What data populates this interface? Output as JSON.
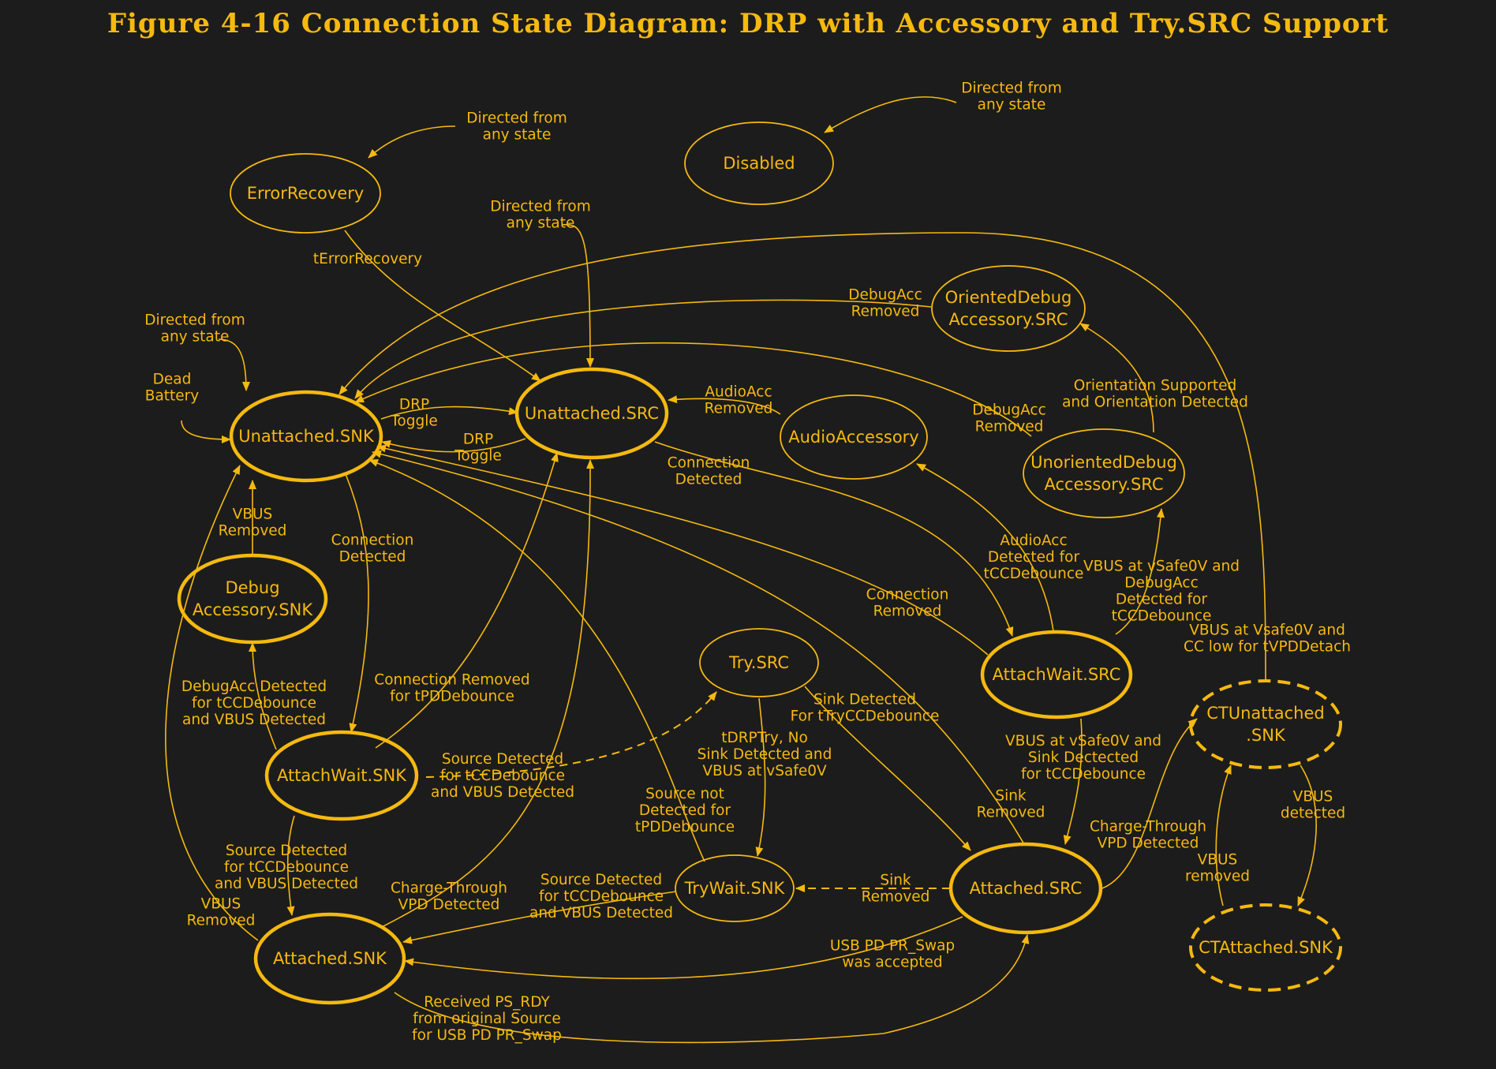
{
  "title": "Figure 4-16  Connection State Diagram: DRP with Accessory and Try.SRC Support",
  "colors": {
    "background": "#1c1c1c",
    "accent": "#f5b90f"
  },
  "states": [
    {
      "id": "error-recovery",
      "lines": [
        "ErrorRecovery"
      ],
      "style": "thin"
    },
    {
      "id": "disabled",
      "lines": [
        "Disabled"
      ],
      "style": "thin"
    },
    {
      "id": "unattached-snk",
      "lines": [
        "Unattached.SNK"
      ],
      "style": "bold"
    },
    {
      "id": "unattached-src",
      "lines": [
        "Unattached.SRC"
      ],
      "style": "bold"
    },
    {
      "id": "oriented-debug-accessory-src",
      "lines": [
        "OrientedDebug",
        "Accessory.SRC"
      ],
      "style": "thin"
    },
    {
      "id": "audio-accessory",
      "lines": [
        "AudioAccessory"
      ],
      "style": "thin"
    },
    {
      "id": "unoriented-debug-accessory-src",
      "lines": [
        "UnorientedDebug",
        "Accessory.SRC"
      ],
      "style": "thin"
    },
    {
      "id": "debug-accessory-snk",
      "lines": [
        "Debug",
        "Accessory.SNK"
      ],
      "style": "bold"
    },
    {
      "id": "try-src",
      "lines": [
        "Try.SRC"
      ],
      "style": "thin"
    },
    {
      "id": "attachwait-src",
      "lines": [
        "AttachWait.SRC"
      ],
      "style": "bold"
    },
    {
      "id": "attachwait-snk",
      "lines": [
        "AttachWait.SNK"
      ],
      "style": "bold"
    },
    {
      "id": "ctunattached-snk",
      "lines": [
        "CTUnattached",
        ".SNK"
      ],
      "style": "dashed"
    },
    {
      "id": "trywait-snk",
      "lines": [
        "TryWait.SNK"
      ],
      "style": "thin"
    },
    {
      "id": "attached-src",
      "lines": [
        "Attached.SRC"
      ],
      "style": "bold"
    },
    {
      "id": "attached-snk",
      "lines": [
        "Attached.SNK"
      ],
      "style": "bold"
    },
    {
      "id": "ctattached-snk",
      "lines": [
        "CTAttached.SNK"
      ],
      "style": "dashed"
    }
  ],
  "transitions": [
    {
      "id": "any-to-errorrecovery",
      "from": "",
      "to": "error-recovery",
      "lines": [
        "Directed from",
        "any state"
      ]
    },
    {
      "id": "any-to-disabled",
      "from": "",
      "to": "disabled",
      "lines": [
        "Directed from",
        "any state"
      ]
    },
    {
      "id": "any-to-unattached-src",
      "from": "",
      "to": "unattached-src",
      "lines": [
        "Directed from",
        "any state"
      ]
    },
    {
      "id": "any-to-unattached-snk",
      "from": "",
      "to": "unattached-snk",
      "lines": [
        "Directed from",
        "any state"
      ]
    },
    {
      "id": "dead-battery",
      "from": "",
      "to": "unattached-snk",
      "lines": [
        "Dead",
        "Battery"
      ]
    },
    {
      "id": "terrorrecovery",
      "from": "error-recovery",
      "to": "unattached-src",
      "lines": [
        "tErrorRecovery"
      ]
    },
    {
      "id": "drp-toggle-snk-src",
      "from": "unattached-snk",
      "to": "unattached-src",
      "lines": [
        "DRP",
        "Toggle"
      ]
    },
    {
      "id": "drp-toggle-src-snk",
      "from": "unattached-src",
      "to": "unattached-snk",
      "lines": [
        "DRP",
        "Toggle"
      ]
    },
    {
      "id": "debugacc-removed-oriented",
      "from": "oriented-debug-accessory-src",
      "to": "unattached-snk",
      "lines": [
        "DebugAcc",
        "Removed"
      ]
    },
    {
      "id": "audioacc-removed",
      "from": "audio-accessory",
      "to": "unattached-src",
      "lines": [
        "AudioAcc",
        "Removed"
      ]
    },
    {
      "id": "debugacc-removed-unoriented",
      "from": "unoriented-debug-accessory-src",
      "to": "unattached-snk",
      "lines": [
        "DebugAcc",
        "Removed"
      ]
    },
    {
      "id": "orientation-supported",
      "from": "unoriented-debug-accessory-src",
      "to": "oriented-debug-accessory-src",
      "lines": [
        "Orientation Supported",
        "and Orientation Detected"
      ]
    },
    {
      "id": "vbus-removed-debug",
      "from": "debug-accessory-snk",
      "to": "unattached-snk",
      "lines": [
        "VBUS",
        "Removed"
      ]
    },
    {
      "id": "connection-detected-snk",
      "from": "unattached-snk",
      "to": "attachwait-snk",
      "lines": [
        "Connection",
        "Detected"
      ]
    },
    {
      "id": "connection-detected-src",
      "from": "unattached-src",
      "to": "attachwait-src",
      "lines": [
        "Connection",
        "Detected"
      ]
    },
    {
      "id": "audioacc-detected",
      "from": "attachwait-src",
      "to": "audio-accessory",
      "lines": [
        "AudioAcc",
        "Detected for",
        "tCCDebounce"
      ]
    },
    {
      "id": "vbus-vsafe0v-debugacc",
      "from": "attachwait-src",
      "to": "unoriented-debug-accessory-src",
      "lines": [
        "VBUS at vSafe0V and",
        "DebugAcc",
        "Detected for",
        "tCCDebounce"
      ]
    },
    {
      "id": "connection-removed-src",
      "from": "attachwait-src",
      "to": "unattached-snk",
      "lines": [
        "Connection",
        "Removed"
      ]
    },
    {
      "id": "vbus-ccl-tvpddetach",
      "from": "ctunattached-snk",
      "to": "unattached-snk",
      "lines": [
        "VBUS at Vsafe0V and",
        "CC low for tVPDDetach"
      ]
    },
    {
      "id": "debugacc-detected-snk",
      "from": "attachwait-snk",
      "to": "debug-accessory-snk",
      "lines": [
        "DebugAcc Detected",
        "for tCCDebounce",
        "and VBUS Detected"
      ]
    },
    {
      "id": "connection-removed-tpd",
      "from": "attachwait-snk",
      "to": "unattached-src",
      "lines": [
        "Connection Removed",
        "for tPDDebounce"
      ]
    },
    {
      "id": "source-detected-try",
      "from": "attachwait-snk",
      "to": "try-src",
      "lines": [
        "Source Detected",
        "for tCCDebounce",
        "and VBUS Detected"
      ]
    },
    {
      "id": "sink-detected-try",
      "from": "try-src",
      "to": "attached-src",
      "lines": [
        "Sink Detected",
        "For tTryCCDebounce"
      ]
    },
    {
      "id": "tdrptry",
      "from": "try-src",
      "to": "trywait-snk",
      "lines": [
        "tDRPTry, No",
        "Sink Detected and",
        "VBUS at vSafe0V"
      ]
    },
    {
      "id": "source-not-detected",
      "from": "trywait-snk",
      "to": "unattached-snk",
      "lines": [
        "Source not",
        "Detected for",
        "tPDDebounce"
      ]
    },
    {
      "id": "vbus-vsafe0v-sink",
      "from": "attachwait-src",
      "to": "attached-src",
      "lines": [
        "VBUS at vSafe0V and",
        "Sink Dectected",
        "for tCCDebounce"
      ]
    },
    {
      "id": "sink-removed-src",
      "from": "attached-src",
      "to": "unattached-snk",
      "lines": [
        "Sink",
        "Removed"
      ]
    },
    {
      "id": "charge-through-src",
      "from": "attached-src",
      "to": "ctunattached-snk",
      "lines": [
        "Charge-Through",
        "VPD Detected"
      ]
    },
    {
      "id": "vbus-detected-ct",
      "from": "ctunattached-snk",
      "to": "ctattached-snk",
      "lines": [
        "VBUS",
        "detected"
      ]
    },
    {
      "id": "vbus-removed-ct",
      "from": "ctattached-snk",
      "to": "ctunattached-snk",
      "lines": [
        "VBUS",
        "removed"
      ]
    },
    {
      "id": "source-detected-attached",
      "from": "attachwait-snk",
      "to": "attached-snk",
      "lines": [
        "Source Detected",
        "for tCCDebounce",
        "and VBUS Detected"
      ]
    },
    {
      "id": "vbus-removed-snk",
      "from": "attached-snk",
      "to": "unattached-snk",
      "lines": [
        "VBUS",
        "Removed"
      ]
    },
    {
      "id": "charge-through-snk",
      "from": "attached-snk",
      "to": "unattached-src",
      "lines": [
        "Charge-Through",
        "VPD Detected"
      ]
    },
    {
      "id": "source-detected-trywait",
      "from": "trywait-snk",
      "to": "attached-snk",
      "lines": [
        "Source Detected",
        "for tCCDebounce",
        "and VBUS Detected"
      ]
    },
    {
      "id": "sink-removed-trywait",
      "from": "attached-src",
      "to": "trywait-snk",
      "lines": [
        "Sink",
        "Removed"
      ]
    },
    {
      "id": "pr-swap-accepted",
      "from": "attached-src",
      "to": "attached-snk",
      "lines": [
        "USB PD PR_Swap",
        "was accepted"
      ]
    },
    {
      "id": "ps-rdy",
      "from": "attached-snk",
      "to": "attached-src",
      "lines": [
        "Received PS_RDY",
        "from original Source",
        "for USB PD PR_Swap"
      ]
    }
  ]
}
